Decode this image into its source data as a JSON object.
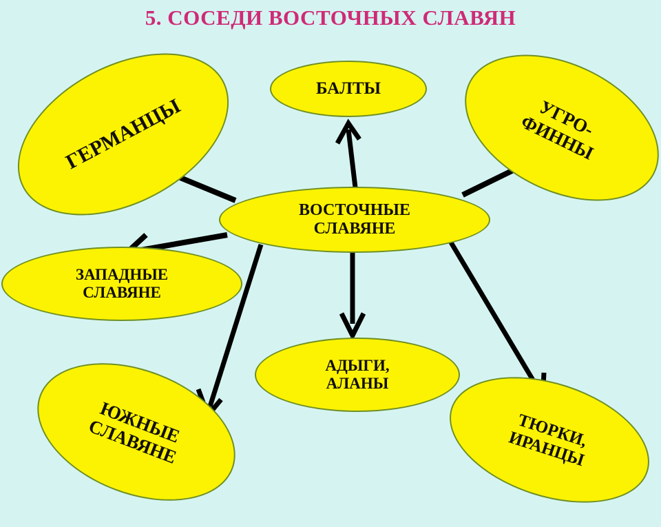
{
  "title": "5. СОСЕДИ ВОСТОЧНЫХ СЛАВЯН",
  "colors": {
    "background": "#d5f4f1",
    "title_text": "#cf2a77",
    "node_fill": "#fcf302",
    "node_border": "#6f8f25",
    "node_text": "#120f08",
    "arrow": "#000000"
  },
  "nodes": {
    "center": "ВОСТОЧНЫЕ\nСЛАВЯНЕ",
    "balty": "БАЛТЫ",
    "germanty": "ГЕРМАНЦЫ",
    "ugro_finny": "УГРО-\nФИННЫ",
    "west_slavs": "ЗАПАДНЫЕ\nСЛАВЯНЕ",
    "adygi_alany": "АДЫГИ,\nАЛАНЫ",
    "south_slavs": "ЮЖНЫЕ\nСЛАВЯНЕ",
    "turki_irancy": "ТЮРКИ,\nИРАНЦЫ"
  },
  "edges": [
    {
      "from": "center",
      "to": "balty",
      "direction": "up"
    },
    {
      "from": "center",
      "to": "germanty",
      "direction": "up-left"
    },
    {
      "from": "center",
      "to": "ugro_finny",
      "direction": "up-right"
    },
    {
      "from": "center",
      "to": "west_slavs",
      "direction": "down-left"
    },
    {
      "from": "center",
      "to": "adygi_alany",
      "direction": "down"
    },
    {
      "from": "center",
      "to": "south_slavs",
      "direction": "down-left"
    },
    {
      "from": "center",
      "to": "turki_irancy",
      "direction": "down-right"
    }
  ]
}
